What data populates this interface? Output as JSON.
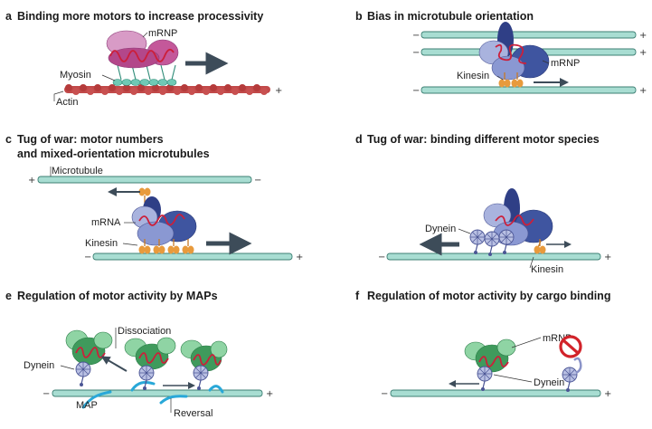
{
  "panels": {
    "a": {
      "letter": "a",
      "title": "Binding more motors to increase processivity",
      "labels": {
        "cargo": "mRNP",
        "motor": "Myosin",
        "track": "Actin"
      },
      "plus": "+"
    },
    "b": {
      "letter": "b",
      "title": "Bias in microtubule orientation",
      "labels": {
        "cargo": "mRNP",
        "motor": "Kinesin"
      },
      "minus": "−",
      "plus": "+"
    },
    "c": {
      "letter": "c",
      "title_line1": "Tug of war: motor numbers",
      "title_line2": "and mixed-orientation microtubules",
      "labels": {
        "track": "Microtubule",
        "cargo": "mRNA",
        "motor": "Kinesin"
      },
      "minus": "−",
      "plus": "+"
    },
    "d": {
      "letter": "d",
      "title": "Tug of war: binding different motor species",
      "labels": {
        "motor1": "Dynein",
        "motor2": "Kinesin"
      },
      "minus": "−",
      "plus": "+"
    },
    "e": {
      "letter": "e",
      "title": "Regulation of motor activity by MAPs",
      "labels": {
        "dissociation": "Dissociation",
        "motor": "Dynein",
        "map": "MAP",
        "reversal": "Reversal"
      },
      "minus": "−",
      "plus": "+"
    },
    "f": {
      "letter": "f",
      "title": "Regulation of motor activity by cargo binding",
      "labels": {
        "cargo": "mRNP",
        "motor": "Dynein"
      },
      "minus": "−",
      "plus": "+"
    }
  },
  "colors": {
    "microtubule": "#a8ddd2",
    "actin": "#c24a4a",
    "kinesin": "#e89a3c",
    "dynein": "#8a93c8",
    "myosin": "#6fc9b5",
    "mrnp_blue": "#4a5fa6",
    "mrnp_green": "#3f9a5c",
    "mrnp_pink": "#c4589a",
    "rna": "#cc1f3a",
    "map": "#29a8d8",
    "inhibit": "#d2232a",
    "arrow": "#3d4c59"
  },
  "icons": [
    "no-entry-icon"
  ]
}
